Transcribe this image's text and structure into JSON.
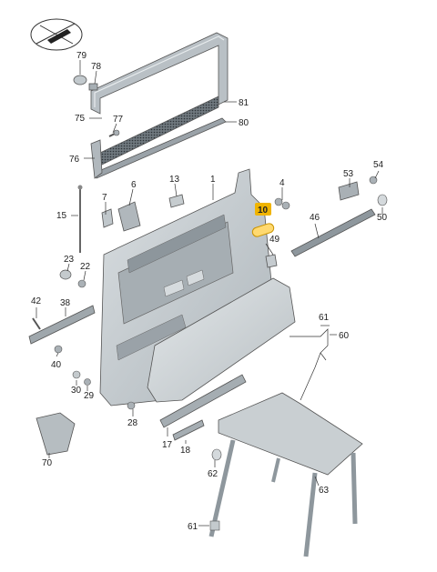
{
  "diagram": {
    "callouts": {
      "c1": "1",
      "c4": "4",
      "c6": "6",
      "c7": "7",
      "c10": "10",
      "c13": "13",
      "c15": "15",
      "c17": "17",
      "c18": "18",
      "c22": "22",
      "c23": "23",
      "c28": "28",
      "c29": "29",
      "c30": "30",
      "c38": "38",
      "c40": "40",
      "c42": "42",
      "c46": "46",
      "c49": "49",
      "c50": "50",
      "c53": "53",
      "c54": "54",
      "c60": "60",
      "c61a": "61",
      "c61b": "61",
      "c62": "62",
      "c63": "63",
      "c70": "70",
      "c75": "75",
      "c76": "76",
      "c77": "77",
      "c78": "78",
      "c79": "79",
      "c80": "80",
      "c81": "81"
    },
    "highlighted_callout": "10",
    "colors": {
      "part_fill": "#c8ced2",
      "part_dark": "#8e979d",
      "highlight": "#f0b400"
    }
  }
}
